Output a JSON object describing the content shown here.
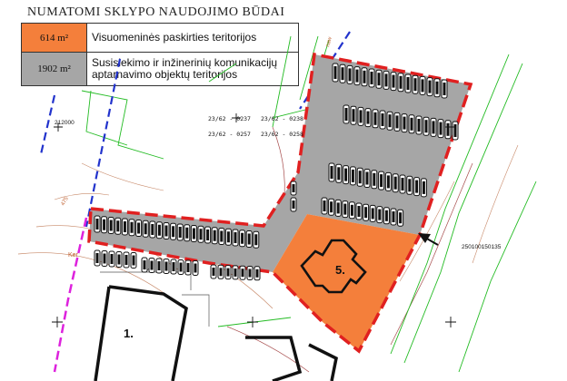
{
  "legend": {
    "title": "NUMATOMI SKLYPO NAUDOJIMO BŪDAI",
    "items": [
      {
        "area": "614 m²",
        "label": "Visuomeninės paskirties teritorijos",
        "color": "#f47f3b"
      },
      {
        "area": "1902 m²",
        "label": "Susisiekimo ir inžinerinių komunikacijų aptarnavimo objektų teritorijos",
        "color": "#a6a6a6"
      }
    ]
  },
  "map": {
    "parcel_labels": [
      "23/62 - 0237",
      "23/62 - 0238",
      "23/62 - 0257",
      "23/62 - 0258"
    ],
    "building_labels": [
      "1.",
      "5."
    ],
    "cadastral_numbers": [
      "212000",
      "250100150135"
    ],
    "street_labels": [
      "Ker",
      "naw",
      "475"
    ],
    "colors": {
      "boundary": "#e02020",
      "public_zone": "#f47f3b",
      "transport_zone": "#a6a6a6",
      "green_lines": "#22bb22",
      "blue_dash": "#2233cc",
      "magenta_dash": "#dd22dd"
    }
  }
}
